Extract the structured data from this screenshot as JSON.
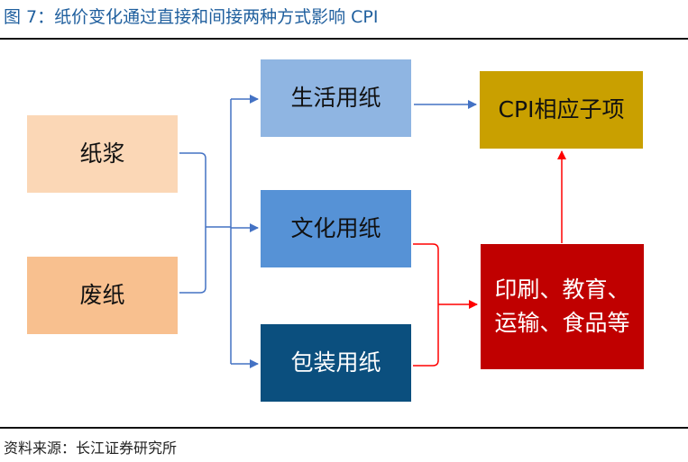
{
  "title": "图 7：纸价变化通过直接和间接两种方式影响 CPI",
  "source": "资料来源：长江证券研究所",
  "nodes": {
    "pulp": {
      "label": "纸浆",
      "fill": "#fbd7b6",
      "text_color": "#111111"
    },
    "waste_paper": {
      "label": "废纸",
      "fill": "#f8c08f",
      "text_color": "#111111"
    },
    "living_paper": {
      "label": "生活用纸",
      "fill": "#8fb5e2",
      "text_color": "#111111"
    },
    "culture_paper": {
      "label": "文化用纸",
      "fill": "#5692d6",
      "text_color": "#111111"
    },
    "packaging_paper": {
      "label": "包装用纸",
      "fill": "#0b4f7e",
      "text_color": "#ffffff"
    },
    "cpi_items": {
      "label": "CPI相应子项",
      "fill": "#c9a000",
      "text_color": "#111111"
    },
    "industries": {
      "line1": "印刷、教育、",
      "line2": "运输、食品等",
      "fill": "#c00000",
      "text_color": "#ffffff"
    }
  },
  "colors": {
    "title": "#1f5f9e",
    "blue_connector": "#4472c4",
    "red_connector": "#ff0000",
    "rule": "#111111"
  },
  "edges": [
    {
      "from": "pulp",
      "to": "living_paper",
      "color": "blue"
    },
    {
      "from": "pulp",
      "to": "culture_paper",
      "color": "blue"
    },
    {
      "from": "pulp",
      "to": "packaging_paper",
      "color": "blue"
    },
    {
      "from": "waste_paper",
      "to": "living_paper",
      "color": "blue"
    },
    {
      "from": "waste_paper",
      "to": "culture_paper",
      "color": "blue"
    },
    {
      "from": "waste_paper",
      "to": "packaging_paper",
      "color": "blue"
    },
    {
      "from": "living_paper",
      "to": "cpi_items",
      "color": "blue"
    },
    {
      "from": "culture_paper",
      "to": "industries",
      "color": "red"
    },
    {
      "from": "packaging_paper",
      "to": "industries",
      "color": "red"
    },
    {
      "from": "industries",
      "to": "cpi_items",
      "color": "red"
    }
  ]
}
